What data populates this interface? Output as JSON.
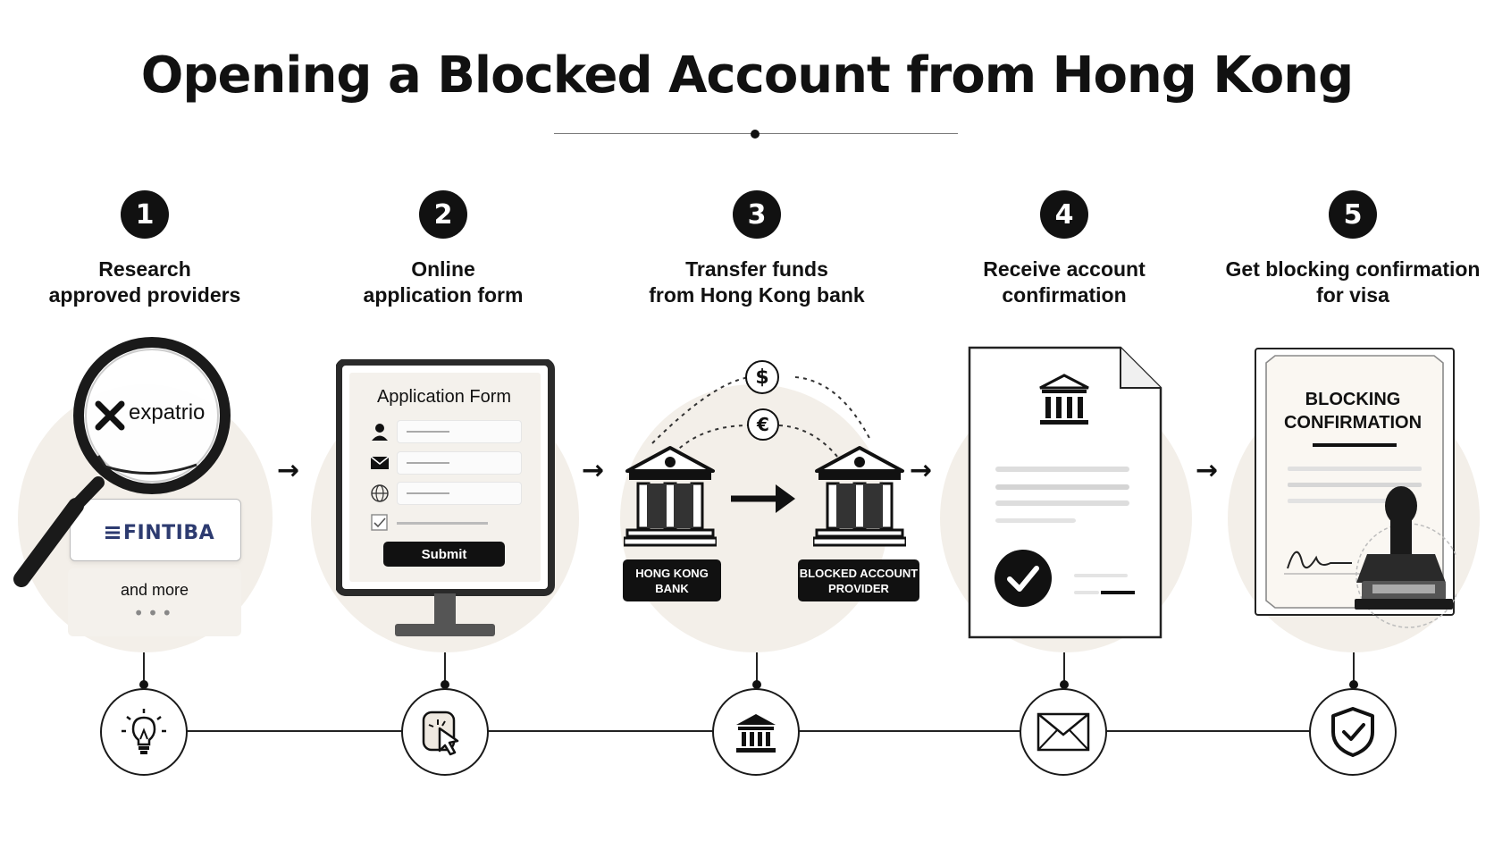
{
  "title": "Opening a Blocked Account from Hong Kong",
  "steps": [
    {
      "number": "1",
      "title_lines": [
        "Research",
        "approved providers"
      ],
      "timeline_icon": "lightbulb-icon"
    },
    {
      "number": "2",
      "title_lines": [
        "Online",
        "application form"
      ],
      "timeline_icon": "click-cursor-icon"
    },
    {
      "number": "3",
      "title_lines": [
        "Transfer funds",
        "from Hong Kong bank"
      ],
      "timeline_icon": "bank-icon"
    },
    {
      "number": "4",
      "title_lines": [
        "Receive account",
        "confirmation"
      ],
      "timeline_icon": "envelope-icon"
    },
    {
      "number": "5",
      "title_lines": [
        "Get blocking confirmation",
        "for visa"
      ],
      "timeline_icon": "shield-check-icon"
    }
  ],
  "providers": {
    "expatrio": "expatrio",
    "fintiba": "FINTIBA",
    "more": "and more",
    "more_dots": "•••"
  },
  "application_form": {
    "title": "Application Form",
    "submit_label": "Submit"
  },
  "transfer": {
    "from_bank": [
      "HONG KONG",
      "BANK"
    ],
    "to_bank": [
      "BLOCKED ACCOUNT",
      "PROVIDER"
    ],
    "currency_symbols": [
      "$",
      "€"
    ]
  },
  "certificate": {
    "title_lines": [
      "BLOCKING",
      "CONFIRMATION"
    ]
  },
  "colors": {
    "ink": "#111111",
    "glow": "#f3efe9",
    "fintiba_blue": "#2d3b70"
  }
}
